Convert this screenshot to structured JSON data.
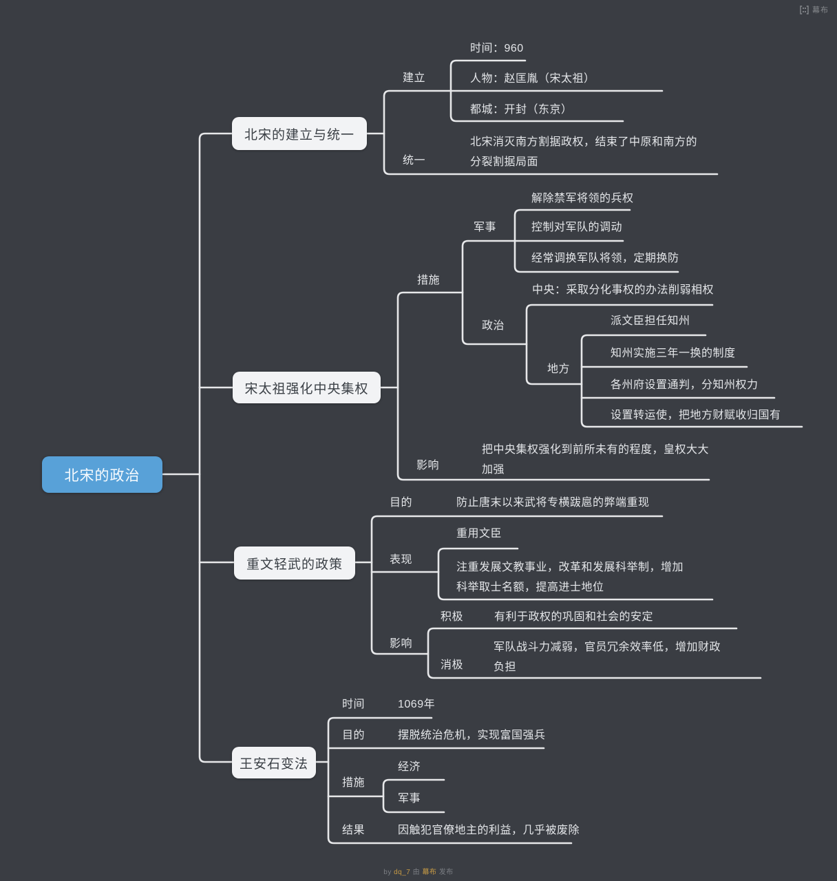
{
  "colors": {
    "background": "#3a3d43",
    "line": "#e7e8ea",
    "node_box_bg": "#f2f3f5",
    "node_box_text": "#3b4046",
    "root_bg": "#58a1d8",
    "root_text": "#f7fbfe",
    "light_text": "#e4e6e9",
    "watermark_accent": "#c79a45"
  },
  "watermark_top": {
    "brand": "幕布",
    "logo_icon": "mubu-logo-icon"
  },
  "watermark_bottom": {
    "by_label": "by",
    "author": "dq_7",
    "via": "由",
    "brand": "幕布",
    "publish": "发布"
  },
  "mindmap": {
    "root": {
      "label": "北宋的政治"
    },
    "branches": [
      {
        "label": "北宋的建立与统一",
        "children": [
          {
            "label": "建立",
            "children": [
              {
                "label": "时间：960"
              },
              {
                "label": "人物：赵匡胤（宋太祖）"
              },
              {
                "label": "都城：开封（东京）"
              }
            ]
          },
          {
            "label": "统一",
            "children": [
              {
                "label": "北宋消灭南方割据政权，结束了中原和南方的\n分裂割据局面"
              }
            ]
          }
        ]
      },
      {
        "label": "宋太祖强化中央集权",
        "children": [
          {
            "label": "措施",
            "children": [
              {
                "label": "军事",
                "children": [
                  {
                    "label": "解除禁军将领的兵权"
                  },
                  {
                    "label": "控制对军队的调动"
                  },
                  {
                    "label": "经常调换军队将领，定期换防"
                  }
                ]
              },
              {
                "label": "政治",
                "children": [
                  {
                    "label": "中央：采取分化事权的办法削弱相权"
                  },
                  {
                    "label": "地方",
                    "children": [
                      {
                        "label": "派文臣担任知州"
                      },
                      {
                        "label": "知州实施三年一换的制度"
                      },
                      {
                        "label": "各州府设置通判，分知州权力"
                      },
                      {
                        "label": "设置转运使，把地方财赋收归国有"
                      }
                    ]
                  }
                ]
              }
            ]
          },
          {
            "label": "影响",
            "children": [
              {
                "label": "把中央集权强化到前所未有的程度，皇权大大\n加强"
              }
            ]
          }
        ]
      },
      {
        "label": "重文轻武的政策",
        "children": [
          {
            "label": "目的",
            "children": [
              {
                "label": "防止唐末以来武将专横跋扈的弊端重现"
              }
            ]
          },
          {
            "label": "表现",
            "children": [
              {
                "label": "重用文臣"
              },
              {
                "label": "注重发展文教事业，改革和发展科举制，增加\n科举取士名额，提高进士地位"
              }
            ]
          },
          {
            "label": "影响",
            "children": [
              {
                "label": "积极",
                "children": [
                  {
                    "label": "有利于政权的巩固和社会的安定"
                  }
                ]
              },
              {
                "label": "消极",
                "children": [
                  {
                    "label": "军队战斗力减弱，官员冗余效率低，增加财政\n负担"
                  }
                ]
              }
            ]
          }
        ]
      },
      {
        "label": "王安石变法",
        "children": [
          {
            "label": "时间",
            "children": [
              {
                "label": "1069年"
              }
            ]
          },
          {
            "label": "目的",
            "children": [
              {
                "label": "摆脱统治危机，实现富国强兵"
              }
            ]
          },
          {
            "label": "措施",
            "children": [
              {
                "label": "经济"
              },
              {
                "label": "军事"
              }
            ]
          },
          {
            "label": "结果",
            "children": [
              {
                "label": "因触犯官僚地主的利益，几乎被废除"
              }
            ]
          }
        ]
      }
    ]
  }
}
